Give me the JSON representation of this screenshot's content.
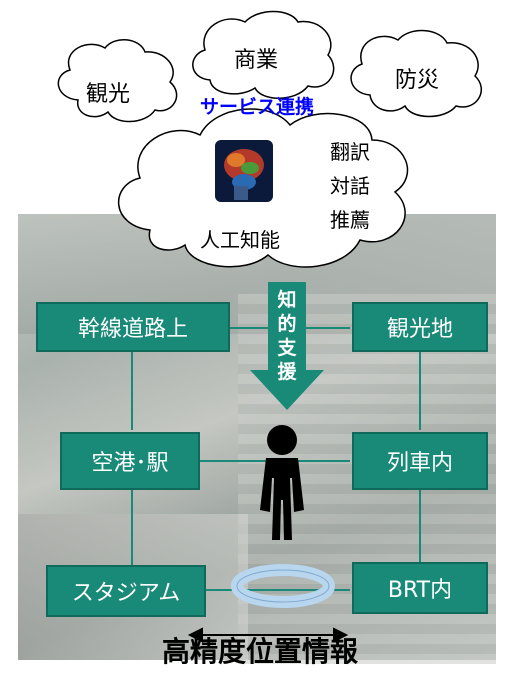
{
  "clouds": {
    "kanko": "観光",
    "shogyo": "商業",
    "bosai": "防災"
  },
  "service_link": "サービス連携",
  "ai": {
    "label": "人工知能",
    "funcs": [
      "翻訳",
      "対話",
      "推薦"
    ]
  },
  "arrow_label": "知的支援",
  "nodes": {
    "trunk_road": "幹線道路上",
    "tourist_spot": "観光地",
    "airport_station": "空港･駅",
    "train": "列車内",
    "stadium": "スタジアム",
    "brt": "BRT内"
  },
  "bottom_title": "高精度位置情報",
  "colors": {
    "box": "#1a8a78",
    "service_text": "#0000ff",
    "arrow": "#1a8a78"
  }
}
